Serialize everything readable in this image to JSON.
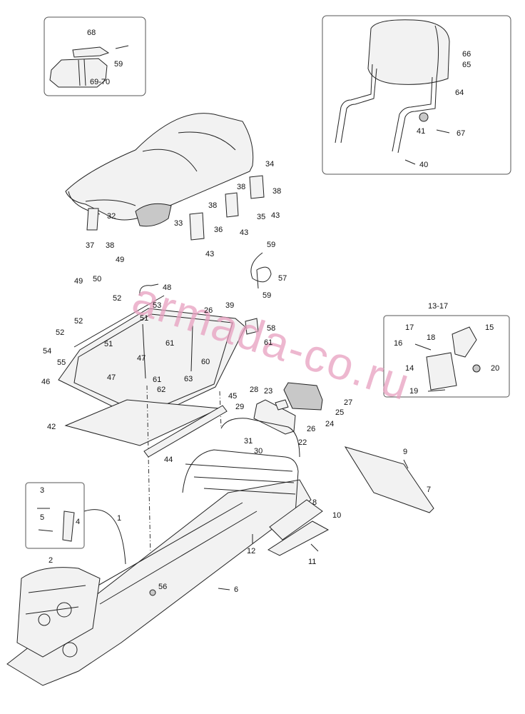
{
  "watermark": "armada-co.ru",
  "labels": {
    "l68": "68",
    "l59a": "59",
    "l6970": "69-70",
    "l66": "66",
    "l65": "65",
    "l64": "64",
    "l41": "41",
    "l67": "67",
    "l40": "40",
    "l34": "34",
    "l32": "32",
    "l33": "33",
    "l37": "37",
    "l38a": "38",
    "l38b": "38",
    "l38c": "38",
    "l38d": "38",
    "l43a": "43",
    "l35": "35",
    "l43b": "43",
    "l36": "36",
    "l43c": "43",
    "l49a": "49",
    "l49b": "49",
    "l50": "50",
    "l48": "48",
    "l52a": "52",
    "l53": "53",
    "l52b": "52",
    "l51a": "51",
    "l52c": "52",
    "l51b": "51",
    "l54": "54",
    "l55": "55",
    "l59b": "59",
    "l57": "57",
    "l59c": "59",
    "l39": "39",
    "l26a": "26",
    "l58": "58",
    "l61a": "61",
    "l61b": "61",
    "l47a": "47",
    "l60": "60",
    "l47b": "47",
    "l61c": "61",
    "l63": "63",
    "l46": "46",
    "l62": "62",
    "l45": "45",
    "l42": "42",
    "l44": "44",
    "l28": "28",
    "l29": "29",
    "l23": "23",
    "l27": "27",
    "l25": "25",
    "l24": "24",
    "l26b": "26",
    "l31": "31",
    "l30": "30",
    "l22": "22",
    "l1317": "13-17",
    "l17": "17",
    "l18": "18",
    "l15": "15",
    "l16": "16",
    "l14": "14",
    "l20": "20",
    "l19": "19",
    "l9": "9",
    "l7": "7",
    "l3": "3",
    "l5": "5",
    "l4": "4",
    "l1": "1",
    "l2": "2",
    "l8": "8",
    "l10": "10",
    "l12": "12",
    "l11": "11",
    "l6": "6",
    "l56": "56"
  }
}
